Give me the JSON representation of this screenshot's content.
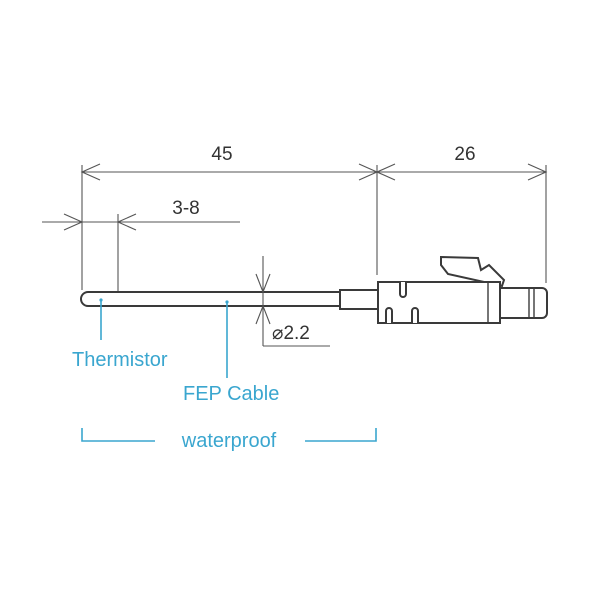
{
  "diagram": {
    "title": "Thermistor probe with FEP cable and connector — dimensional drawing",
    "colors": {
      "outline": "#3a3a3a",
      "dimension_text": "#333333",
      "label_blue": "#3aa6cf",
      "background": "#ffffff"
    },
    "dimensions": {
      "probe_length": "45",
      "connector_length": "26",
      "sensor_zone": "3-8",
      "diameter": "⌀2.2"
    },
    "labels": {
      "thermistor": "Thermistor",
      "fep_cable": "FEP Cable",
      "waterproof": "waterproof"
    }
  }
}
